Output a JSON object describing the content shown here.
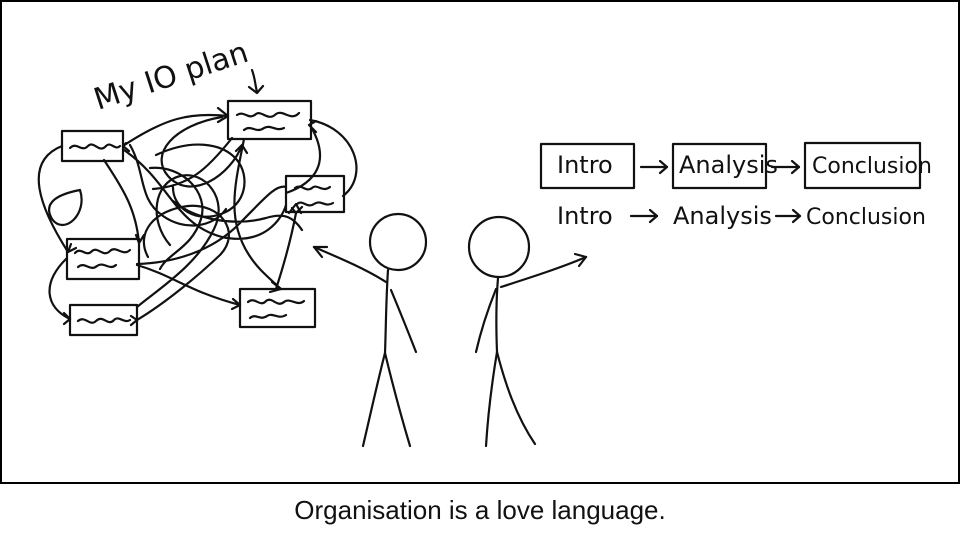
{
  "comic": {
    "messy_plan_label": "My IO plan",
    "flow_boxed": [
      "Intro",
      "Analysis",
      "Conclusion"
    ],
    "flow_plain": [
      "Intro",
      "Analysis",
      "Conclusion"
    ],
    "caption": "Organisation is a love language."
  },
  "colors": {
    "ink": "#111111",
    "background": "#ffffff"
  }
}
